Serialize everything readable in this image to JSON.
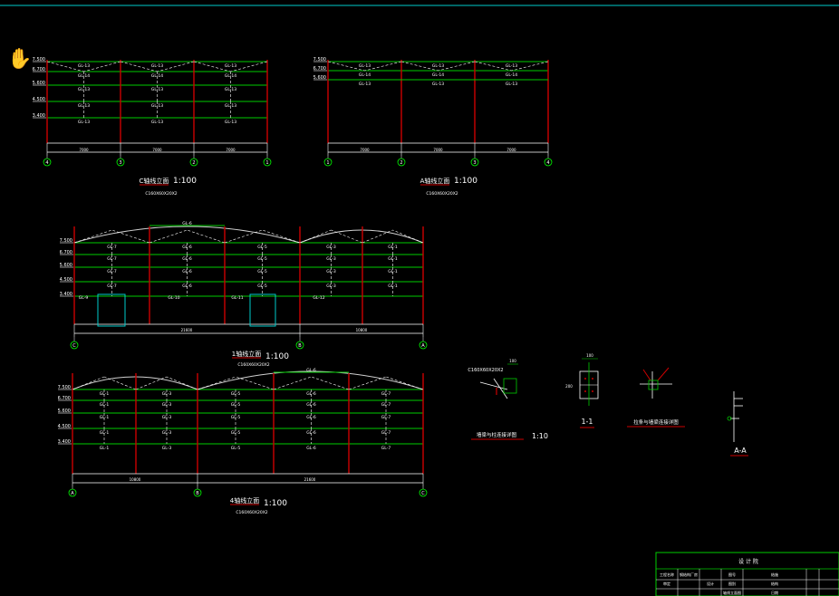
{
  "cursor_icon": "hand-pan-icon",
  "colors": {
    "background": "#000000",
    "beam": "#00cc00",
    "column": "#cc0000",
    "brace": "#ffffff",
    "text": "#ffffff",
    "axis": "#00ff00",
    "title": "#ffffff",
    "frame": "#00ffff",
    "roof": "#d0d0d0",
    "door": "#00cccc"
  },
  "top_frame_label": "",
  "elevations": {
    "c_axis": {
      "levels": [
        "7.500",
        "6.700",
        "5.600",
        "4.500",
        "3.400"
      ],
      "beam_labels": [
        [
          "GL-13",
          "GL-13",
          "GL-13"
        ],
        [
          "GL-14",
          "GL-14",
          "GL-14"
        ],
        [
          "GL-13",
          "GL-13",
          "GL-13"
        ],
        [
          "GL-13",
          "GL-13",
          "GL-13"
        ],
        [
          "GL-13",
          "GL-13",
          "GL-13"
        ]
      ],
      "spans": [
        "7000",
        "7000",
        "7000"
      ],
      "axes": [
        "4",
        "3",
        "2",
        "1"
      ],
      "title": "C轴线立面",
      "scale": "1:100",
      "spec": "C160X60X20X2"
    },
    "a_axis": {
      "levels": [
        "7.500",
        "6.700",
        "5.600"
      ],
      "beam_labels": [
        [
          "GL-13",
          "GL-13",
          "GL-13"
        ],
        [
          "GL-14",
          "GL-14",
          "GL-14"
        ],
        [
          "GL-13",
          "GL-13",
          "GL-13"
        ]
      ],
      "spans": [
        "7000",
        "7000",
        "7000"
      ],
      "axes": [
        "1",
        "2",
        "3",
        "4"
      ],
      "title": "A轴线立面",
      "scale": "1:100",
      "spec": "C160X60X20X2"
    },
    "axis_1": {
      "levels": [
        "7.500",
        "6.700",
        "5.600",
        "4.500",
        "3.400"
      ],
      "roof_label": "GL-6",
      "beam_labels": [
        [
          "GL-7",
          "GL-6",
          "GL-5",
          "GL-3",
          "GL-1"
        ],
        [
          "GL-7",
          "GL-6",
          "GL-5",
          "GL-3",
          "GL-1"
        ],
        [
          "GL-7",
          "GL-6",
          "GL-5",
          "GL-3",
          "GL-1"
        ],
        [
          "GL-7",
          "GL-6",
          "GL-5",
          "GL-3",
          "GL-1"
        ]
      ],
      "bottom_labels": [
        "GL-9",
        "GL-10",
        "GL-11",
        "GL-12"
      ],
      "spans": [
        "21600",
        "10800"
      ],
      "axes": [
        "C",
        "B",
        "A"
      ],
      "title": "1轴线立面",
      "scale": "1:100",
      "spec": "C160X60X20X2"
    },
    "axis_4": {
      "levels": [
        "7.500",
        "6.700",
        "5.600",
        "4.500",
        "3.400"
      ],
      "roof_label": "GL-6",
      "beam_labels": [
        [
          "GL-1",
          "GL-3",
          "GL-5",
          "GL-6",
          "GL-7"
        ],
        [
          "GL-1",
          "GL-3",
          "GL-5",
          "GL-6",
          "GL-7"
        ],
        [
          "GL-1",
          "GL-3",
          "GL-5",
          "GL-6",
          "GL-7"
        ],
        [
          "GL-1",
          "GL-3",
          "GL-5",
          "GL-6",
          "GL-7"
        ],
        [
          "GL-1",
          "GL-3",
          "GL-5",
          "GL-6",
          "GL-7"
        ]
      ],
      "spans": [
        "10800",
        "21600"
      ],
      "axes": [
        "A",
        "B",
        "C"
      ],
      "title": "4轴线立面",
      "scale": "1:100",
      "spec": "C160X60X20X2"
    }
  },
  "details": {
    "node1": {
      "spec": "C160X60X20X2",
      "dim": "100",
      "title": "墙梁与柱连接详图",
      "scale": "1:10"
    },
    "node2": {
      "dim_top": "100",
      "dim_side": "200",
      "title": "1-1"
    },
    "node3": {
      "title": "拉条与墙梁连接详图"
    },
    "node4": {
      "title": "A-A"
    }
  },
  "title_block": {
    "header": "设 计 院",
    "rows": [
      [
        "工程名称",
        "钢结构厂房",
        "",
        "图号",
        "结施"
      ],
      [
        "审定",
        "",
        "设计",
        "图别",
        "结构"
      ],
      [
        "",
        "",
        "",
        "轴线立面图",
        "日期"
      ]
    ]
  }
}
